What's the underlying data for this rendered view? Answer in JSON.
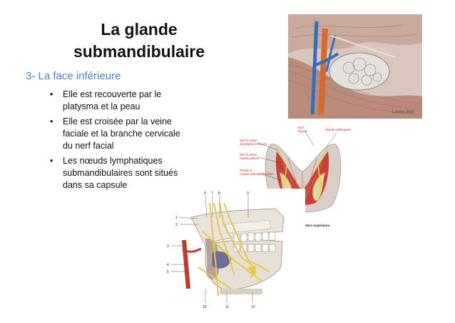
{
  "slide": {
    "title_line1": "La glande",
    "title_line2": "submandibulaire",
    "subtitle": "3- La face inférieure",
    "bullets": [
      "Elle est recouverte par le platysma et la peau",
      "Elle est croisée par la veine faciale et la branche cervicale du nerf facial",
      "Les nœuds lymphatiques submandibulaires sont situés dans sa capsule"
    ],
    "bullet_symbol": "•"
  },
  "figure_top": {
    "signature": "Lowey dept"
  },
  "figure_middle": {
    "labels_left": [
      "Nerf et artère",
      "alvéolaires inférieurs",
      "Nerf et artère",
      "mylohyoïdiens",
      "Glande et",
      "conduit submandibulaires"
    ],
    "labels_top": [
      "Nerf",
      "lingual",
      "Glande sublinguale"
    ],
    "caption": "Vue postéro-supérieure"
  },
  "figure_bottom": {
    "numbers_top": [
      "6",
      "7",
      "8",
      "9"
    ],
    "numbers_left": [
      "1",
      "2",
      "3",
      "4",
      "5"
    ],
    "numbers_bottom": [
      "10",
      "11",
      "12"
    ]
  },
  "colors": {
    "accent": "#4f81bd",
    "vein_blue": "#2f6fc1",
    "artery_red": "#c0392b",
    "muscle": "#c87e6e",
    "gland": "#ddd7cf",
    "nerve_yellow": "#e8c84a"
  }
}
